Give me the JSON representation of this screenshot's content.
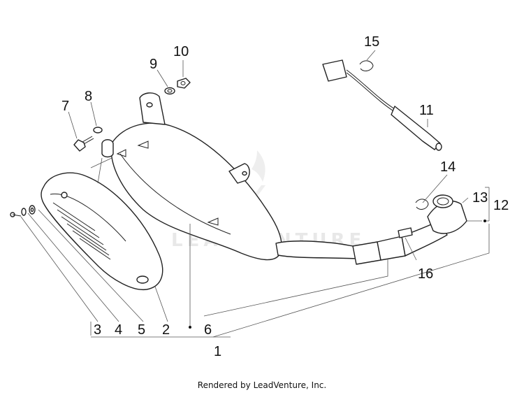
{
  "watermark": "LEADVENTURE",
  "footer": "Rendered by LeadVenture, Inc.",
  "callouts": {
    "c1": "1",
    "c2": "2",
    "c3": "3",
    "c4": "4",
    "c5": "5",
    "c6": "6",
    "c7": "7",
    "c8": "8",
    "c9": "9",
    "c10": "10",
    "c11": "11",
    "c12": "12",
    "c13": "13",
    "c14": "14",
    "c15": "15",
    "c16": "16"
  },
  "colors": {
    "line": "#222222",
    "leader": "#555555",
    "watermark": "#e8e8e8"
  }
}
